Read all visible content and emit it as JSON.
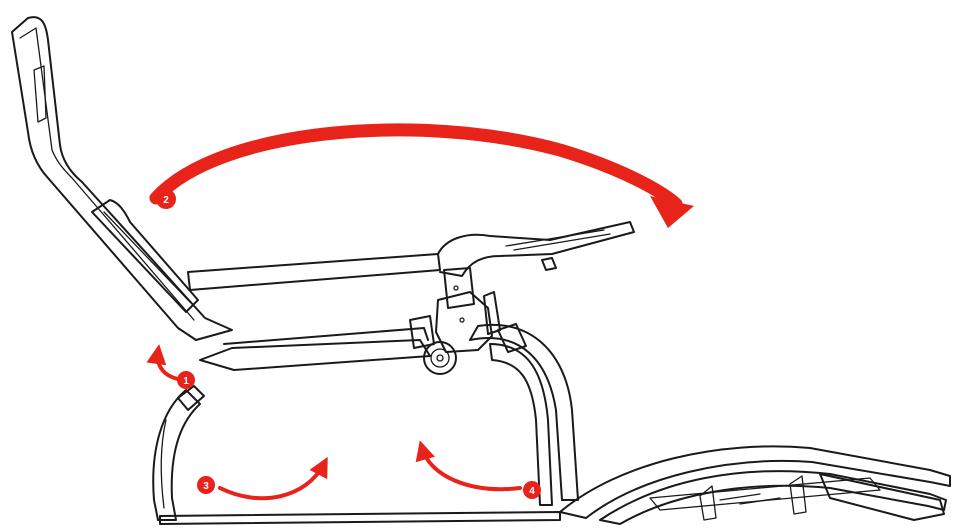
{
  "diagram": {
    "accent_color": "#e8231a",
    "line_color": "#1a1a1a",
    "steps": [
      {
        "label": "1",
        "icon": "curved-arrow-icon",
        "meaning": "unlock-backrest-pivot"
      },
      {
        "label": "2",
        "icon": "curved-arrow-icon",
        "meaning": "fold-backrest-forward"
      },
      {
        "label": "3",
        "icon": "curved-arrow-icon",
        "meaning": "fold-rear-leg"
      },
      {
        "label": "4",
        "icon": "curved-arrow-icon",
        "meaning": "fold-front-leg"
      }
    ]
  }
}
